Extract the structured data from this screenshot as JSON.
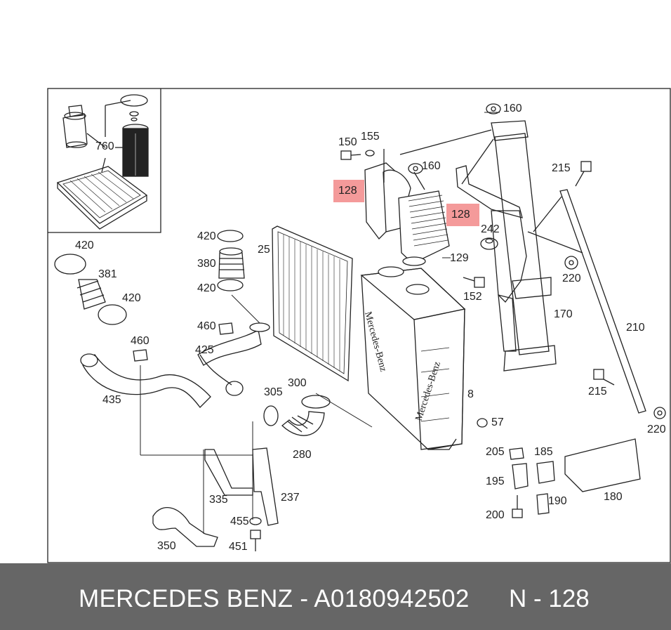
{
  "footer": {
    "part_title": "MERCEDES BENZ - A0180942502",
    "page_code": "N - 128"
  },
  "highlight_color": "#f07878",
  "stamps": {
    "top": "Mercedes-Benz",
    "front": "Mercedes-Benz"
  },
  "callouts": {
    "c760": "760",
    "c160a": "160",
    "c150": "150",
    "c155": "155",
    "c160b": "160",
    "c215a": "215",
    "c128a": "128",
    "c128b": "128",
    "c242": "242",
    "c129": "129",
    "c152": "152",
    "c220a": "220",
    "c170": "170",
    "c210": "210",
    "c420a": "420",
    "c380": "380",
    "c420b": "420",
    "c25": "25",
    "c420c": "420",
    "c381": "381",
    "c420d": "420",
    "c460a": "460",
    "c460b": "460",
    "c425": "425",
    "c435": "435",
    "c305": "305",
    "c300": "300",
    "c8": "8",
    "c57": "57",
    "c280": "280",
    "c215b": "215",
    "c220b": "220",
    "c205": "205",
    "c185": "185",
    "c195": "195",
    "c180": "180",
    "c190": "190",
    "c200": "200",
    "c335": "335",
    "c237": "237",
    "c455": "455",
    "c350": "350",
    "c451": "451"
  }
}
